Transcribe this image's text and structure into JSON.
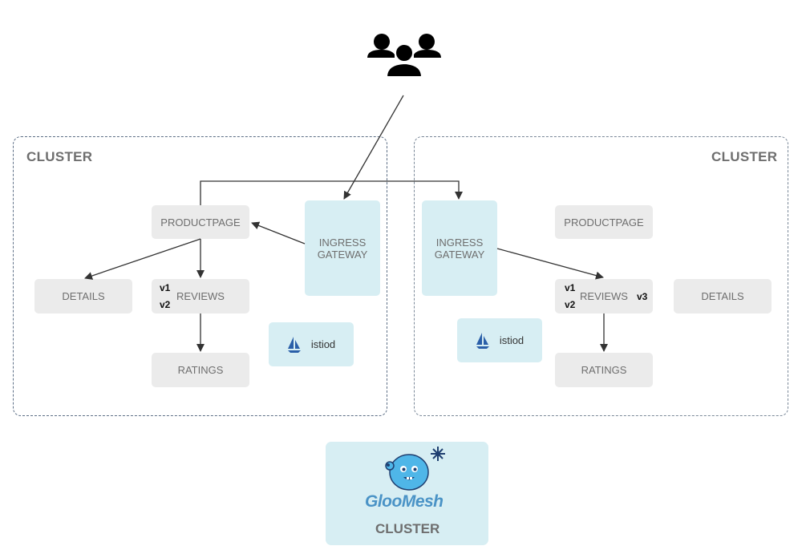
{
  "users_icon": "users-group-icon",
  "clusters": {
    "left_title": "CLUSTER",
    "right_title": "CLUSTER"
  },
  "left": {
    "productpage": "PRODUCTPAGE",
    "details": "DETAILS",
    "reviews": "REVIEWS",
    "ratings": "RATINGS",
    "ingress": "INGRESS GATEWAY",
    "istiod": "istiod",
    "versions": [
      "v1",
      "v2"
    ]
  },
  "right": {
    "productpage": "PRODUCTPAGE",
    "details": "DETAILS",
    "reviews": "REVIEWS",
    "ratings": "RATINGS",
    "ingress": "INGRESS GATEWAY",
    "istiod": "istiod",
    "versions": [
      "v1",
      "v2",
      "v3"
    ]
  },
  "gloo": {
    "logo_text": "GlooMesh",
    "cluster_label": "CLUSTER",
    "logo_icon": "gloo-mesh-mascot-icon"
  },
  "colors": {
    "box_grey": "#ebebeb",
    "box_blue": "#d7eef3",
    "arrow": "#333333",
    "border": "#5d6f86"
  }
}
